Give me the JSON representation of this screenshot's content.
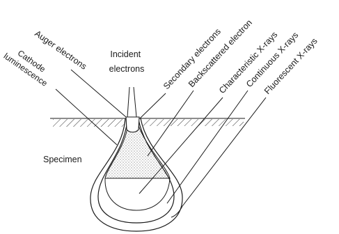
{
  "diagram": {
    "labels": {
      "incident": [
        "Incident",
        "electrons"
      ],
      "auger": "Auger electrons",
      "cathode": [
        "Cathode",
        "luminescence"
      ],
      "secondary": "Secondary electrons",
      "backscattered": "Backscattered electron",
      "characteristic": "Characteristic X-rays",
      "continuous": "Continuous X-rays",
      "fluorescent": "Fluorescent X-rays",
      "specimen": "Specimen"
    },
    "colors": {
      "ink": "#1a1a1a",
      "background": "#ffffff"
    }
  }
}
